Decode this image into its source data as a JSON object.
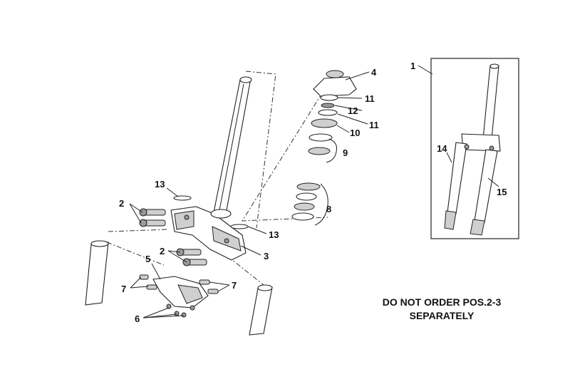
{
  "callouts": {
    "c1": "1",
    "c2a": "2",
    "c2b": "2",
    "c3": "3",
    "c4": "4",
    "c5": "5",
    "c6": "6",
    "c7a": "7",
    "c7b": "7",
    "c8": "8",
    "c9": "9",
    "c10": "10",
    "c11a": "11",
    "c11b": "11",
    "c12": "12",
    "c13a": "13",
    "c13b": "13",
    "c14": "14",
    "c15": "15"
  },
  "note": {
    "line1": "DO NOT ORDER POS.2-3",
    "line2": "SEPARATELY"
  }
}
